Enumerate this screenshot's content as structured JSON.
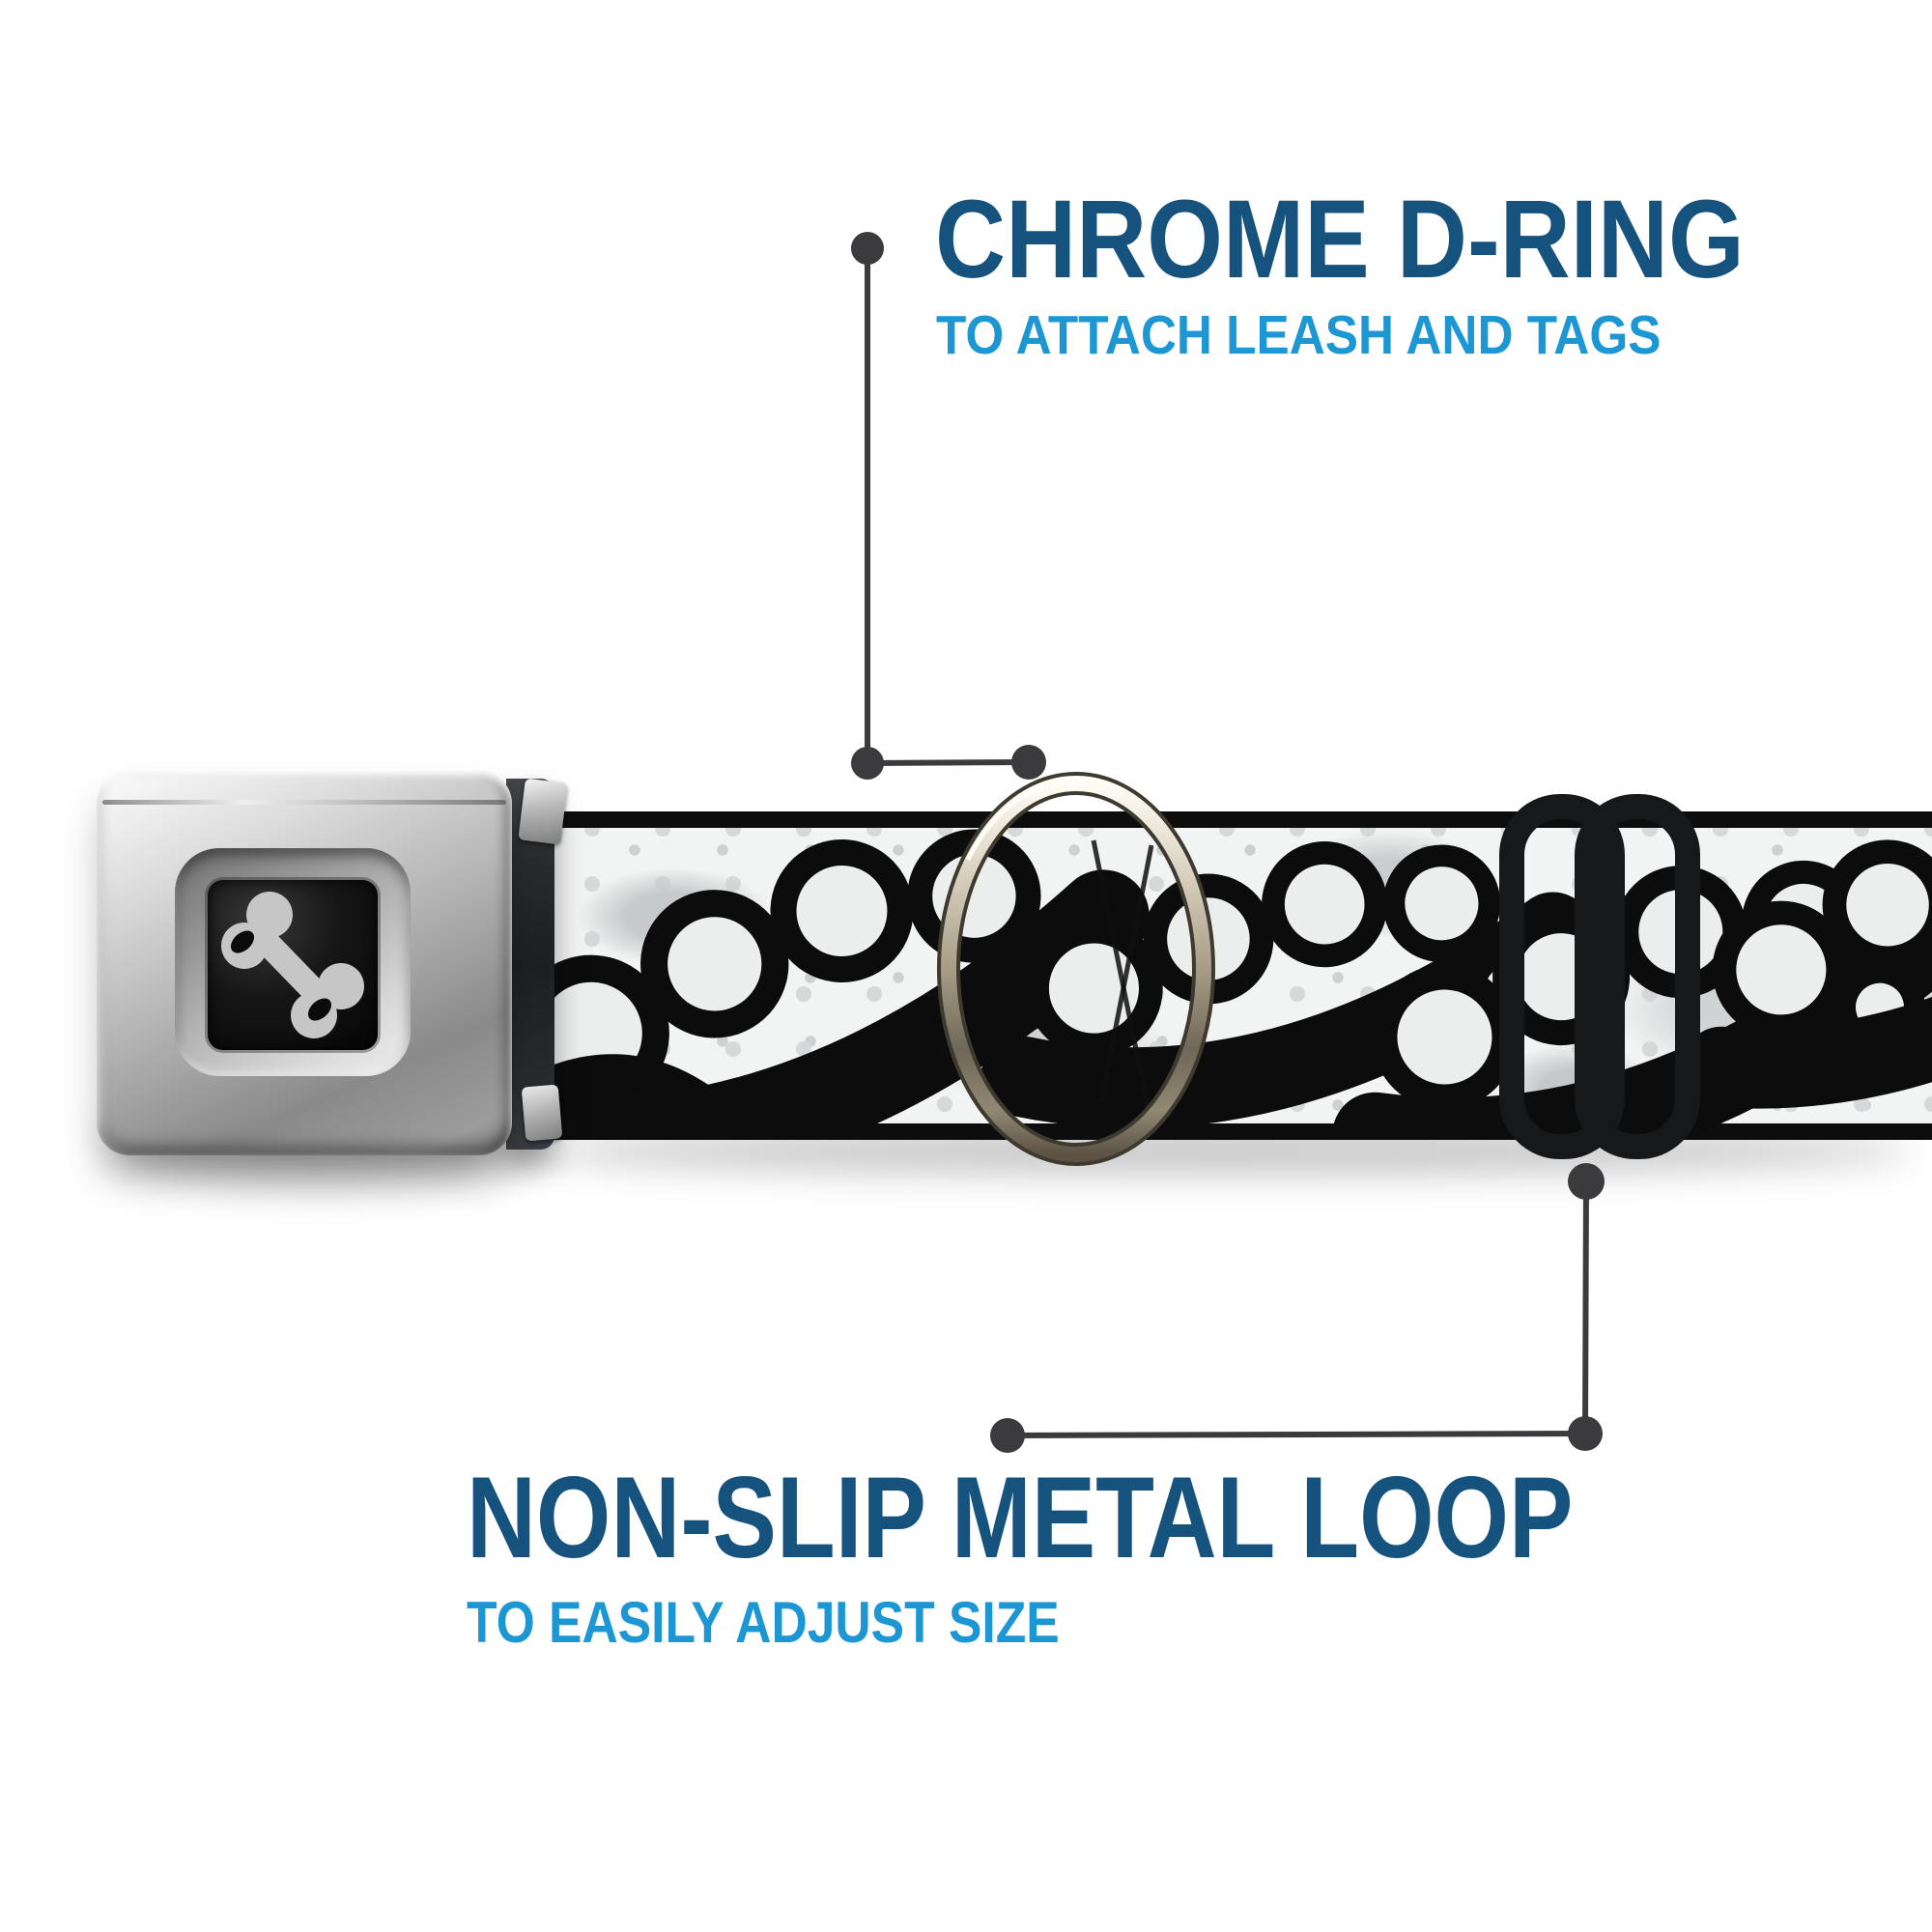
{
  "page": {
    "background_color": "#FFFFFF",
    "description": "Annotated product diagram of a seatbelt-buckle style dog collar"
  },
  "callouts": [
    {
      "id": "chrome-d-ring",
      "title": "CHROME D-RING",
      "subtitle": "TO ATTACH LEASH AND TAGS",
      "title_color": "#15537E",
      "subtitle_color": "#1D97D4",
      "pointer_color": "#3B3B3D",
      "points_to": "d-ring"
    },
    {
      "id": "non-slip-metal-loop",
      "title": "NON-SLIP METAL LOOP",
      "subtitle": "TO EASILY ADJUST SIZE",
      "title_color": "#15537E",
      "subtitle_color": "#1D97D4",
      "pointer_color": "#3B3B3D",
      "points_to": "adjuster-loop"
    }
  ],
  "product": {
    "name": "Seatbelt buckle dog collar",
    "buckle": {
      "style": "push-button seatbelt buckle",
      "finish_color": "#B5B5B5",
      "center_square_color": "#0B0B0B",
      "logo_icon": "dog-bone-icon",
      "logo_color": "#C6C6C6"
    },
    "strap": {
      "pattern": "brass-knuckles-sketch",
      "pattern_color": "#0D0D0D",
      "background_color": "#F2F3F3",
      "blotch_color": "#C9CDCD",
      "edge_color": "#0D0D0D"
    },
    "d_ring": {
      "name": "chrome-d-ring",
      "finish": "nickel",
      "highlight_color": "#FFFDF6",
      "shadow_color": "#6F6757"
    },
    "adjuster": {
      "name": "non-slip-metal-loop",
      "color": "#17181A"
    }
  }
}
